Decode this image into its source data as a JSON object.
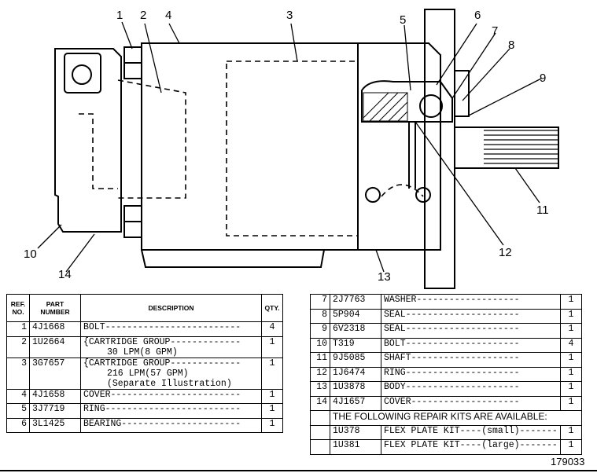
{
  "diagram": {
    "callouts": [
      "1",
      "2",
      "4",
      "3",
      "5",
      "6",
      "7",
      "8",
      "9",
      "10",
      "14",
      "13",
      "12",
      "11"
    ]
  },
  "table_left": {
    "headers": {
      "ref": "REF. NO.",
      "part": "PART NUMBER",
      "desc": "DESCRIPTION",
      "qty": "QTY."
    },
    "rows": [
      {
        "ref": "1",
        "part": "4J1668",
        "desc": "BOLT-------------------------",
        "qty": "4"
      },
      {
        "ref": "2",
        "part": "1U2664",
        "desc": "{CARTRIDGE GROUP-------------",
        "desc2": "30 LPM(8 GPM)",
        "qty": "1"
      },
      {
        "ref": "3",
        "part": "3G7657",
        "desc": "{CARTRIDGE GROUP-------------",
        "desc2": "216 LPM(57 GPM)",
        "desc3": "(Separate Illustration)",
        "qty": "1"
      },
      {
        "ref": "4",
        "part": "4J1658",
        "desc": "COVER------------------------",
        "qty": "1"
      },
      {
        "ref": "5",
        "part": "3J7719",
        "desc": "RING-------------------------",
        "qty": "1"
      },
      {
        "ref": "6",
        "part": "3L1425",
        "desc": "BEARING----------------------",
        "qty": "1"
      }
    ]
  },
  "table_right": {
    "rows": [
      {
        "ref": "7",
        "part": "2J7763",
        "desc": "WASHER-------------------",
        "qty": "1"
      },
      {
        "ref": "8",
        "part": "5P904",
        "desc": "SEAL---------------------",
        "qty": "1"
      },
      {
        "ref": "9",
        "part": "6V2318",
        "desc": "SEAL---------------------",
        "qty": "1"
      },
      {
        "ref": "10",
        "part": "T319",
        "desc": "BOLT---------------------",
        "qty": "4"
      },
      {
        "ref": "11",
        "part": "9J5085",
        "desc": "SHAFT--------------------",
        "qty": "1"
      },
      {
        "ref": "12",
        "part": "1J6474",
        "desc": "RING---------------------",
        "qty": "1"
      },
      {
        "ref": "13",
        "part": "1U3878",
        "desc": "BODY---------------------",
        "qty": "1"
      },
      {
        "ref": "14",
        "part": "4J1657",
        "desc": "COVER--------------------",
        "qty": "1"
      }
    ],
    "kits_note": "THE FOLLOWING REPAIR KITS ARE AVAILABLE:",
    "kits": [
      {
        "part": "1U378",
        "desc": "FLEX PLATE KIT----(small)-------",
        "qty": "1"
      },
      {
        "part": "1U381",
        "desc": "FLEX PLATE KIT----(large)-------",
        "qty": "1"
      }
    ]
  },
  "figure_number": "179033"
}
